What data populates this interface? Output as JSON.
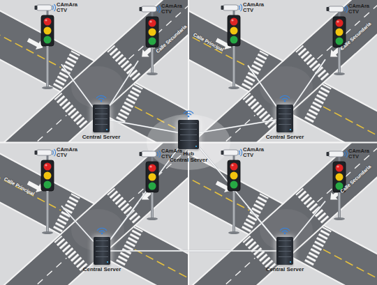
{
  "diagram": {
    "nodes": [
      {
        "text": [
          "CAmAra CTV"
        ]
      },
      {
        "text": [
          "CAmAra CTV"
        ]
      },
      {
        "text": [
          "Central Server"
        ]
      },
      {
        "text": [
          "CAmAra CTV"
        ]
      },
      {
        "text": [
          "CAmAra CTV"
        ]
      },
      {
        "text": [
          "Central Server"
        ]
      },
      {
        "text": [
          "Hub",
          "Central Server"
        ]
      },
      {
        "text": [
          "CAmAra CTV"
        ]
      },
      {
        "text": [
          "CAmAra CTV"
        ]
      },
      {
        "text": [
          "Central Server"
        ]
      },
      {
        "text": [
          "CAmAra CTV"
        ]
      },
      {
        "text": [
          "CAmAra CTV"
        ]
      },
      {
        "text": [
          "Central Server"
        ]
      }
    ],
    "edges": [
      {
        "from": 2,
        "to": 0,
        "arrow": "none"
      },
      {
        "from": 2,
        "to": 1,
        "arrow": "none"
      },
      {
        "from": 5,
        "to": 3,
        "arrow": "none"
      },
      {
        "from": 5,
        "to": 4,
        "arrow": "none"
      },
      {
        "from": 9,
        "to": 7,
        "arrow": "none"
      },
      {
        "from": 9,
        "to": 8,
        "arrow": "none"
      },
      {
        "from": 12,
        "to": 10,
        "arrow": "none"
      },
      {
        "from": 12,
        "to": 11,
        "arrow": "none"
      },
      {
        "from": 6,
        "to": 2,
        "arrow": "none"
      },
      {
        "from": 6,
        "to": 5,
        "arrow": "none"
      },
      {
        "from": 6,
        "to": 9,
        "arrow": "none"
      },
      {
        "from": 6,
        "to": 12,
        "arrow": "none"
      },
      {
        "from": 9,
        "to": 12,
        "arrow": "none"
      }
    ],
    "labels": [
      "Calle Secundaria",
      "Calle Principal",
      "Calle Secundaria",
      "Calle Principal",
      "Calle Secundaria"
    ]
  }
}
